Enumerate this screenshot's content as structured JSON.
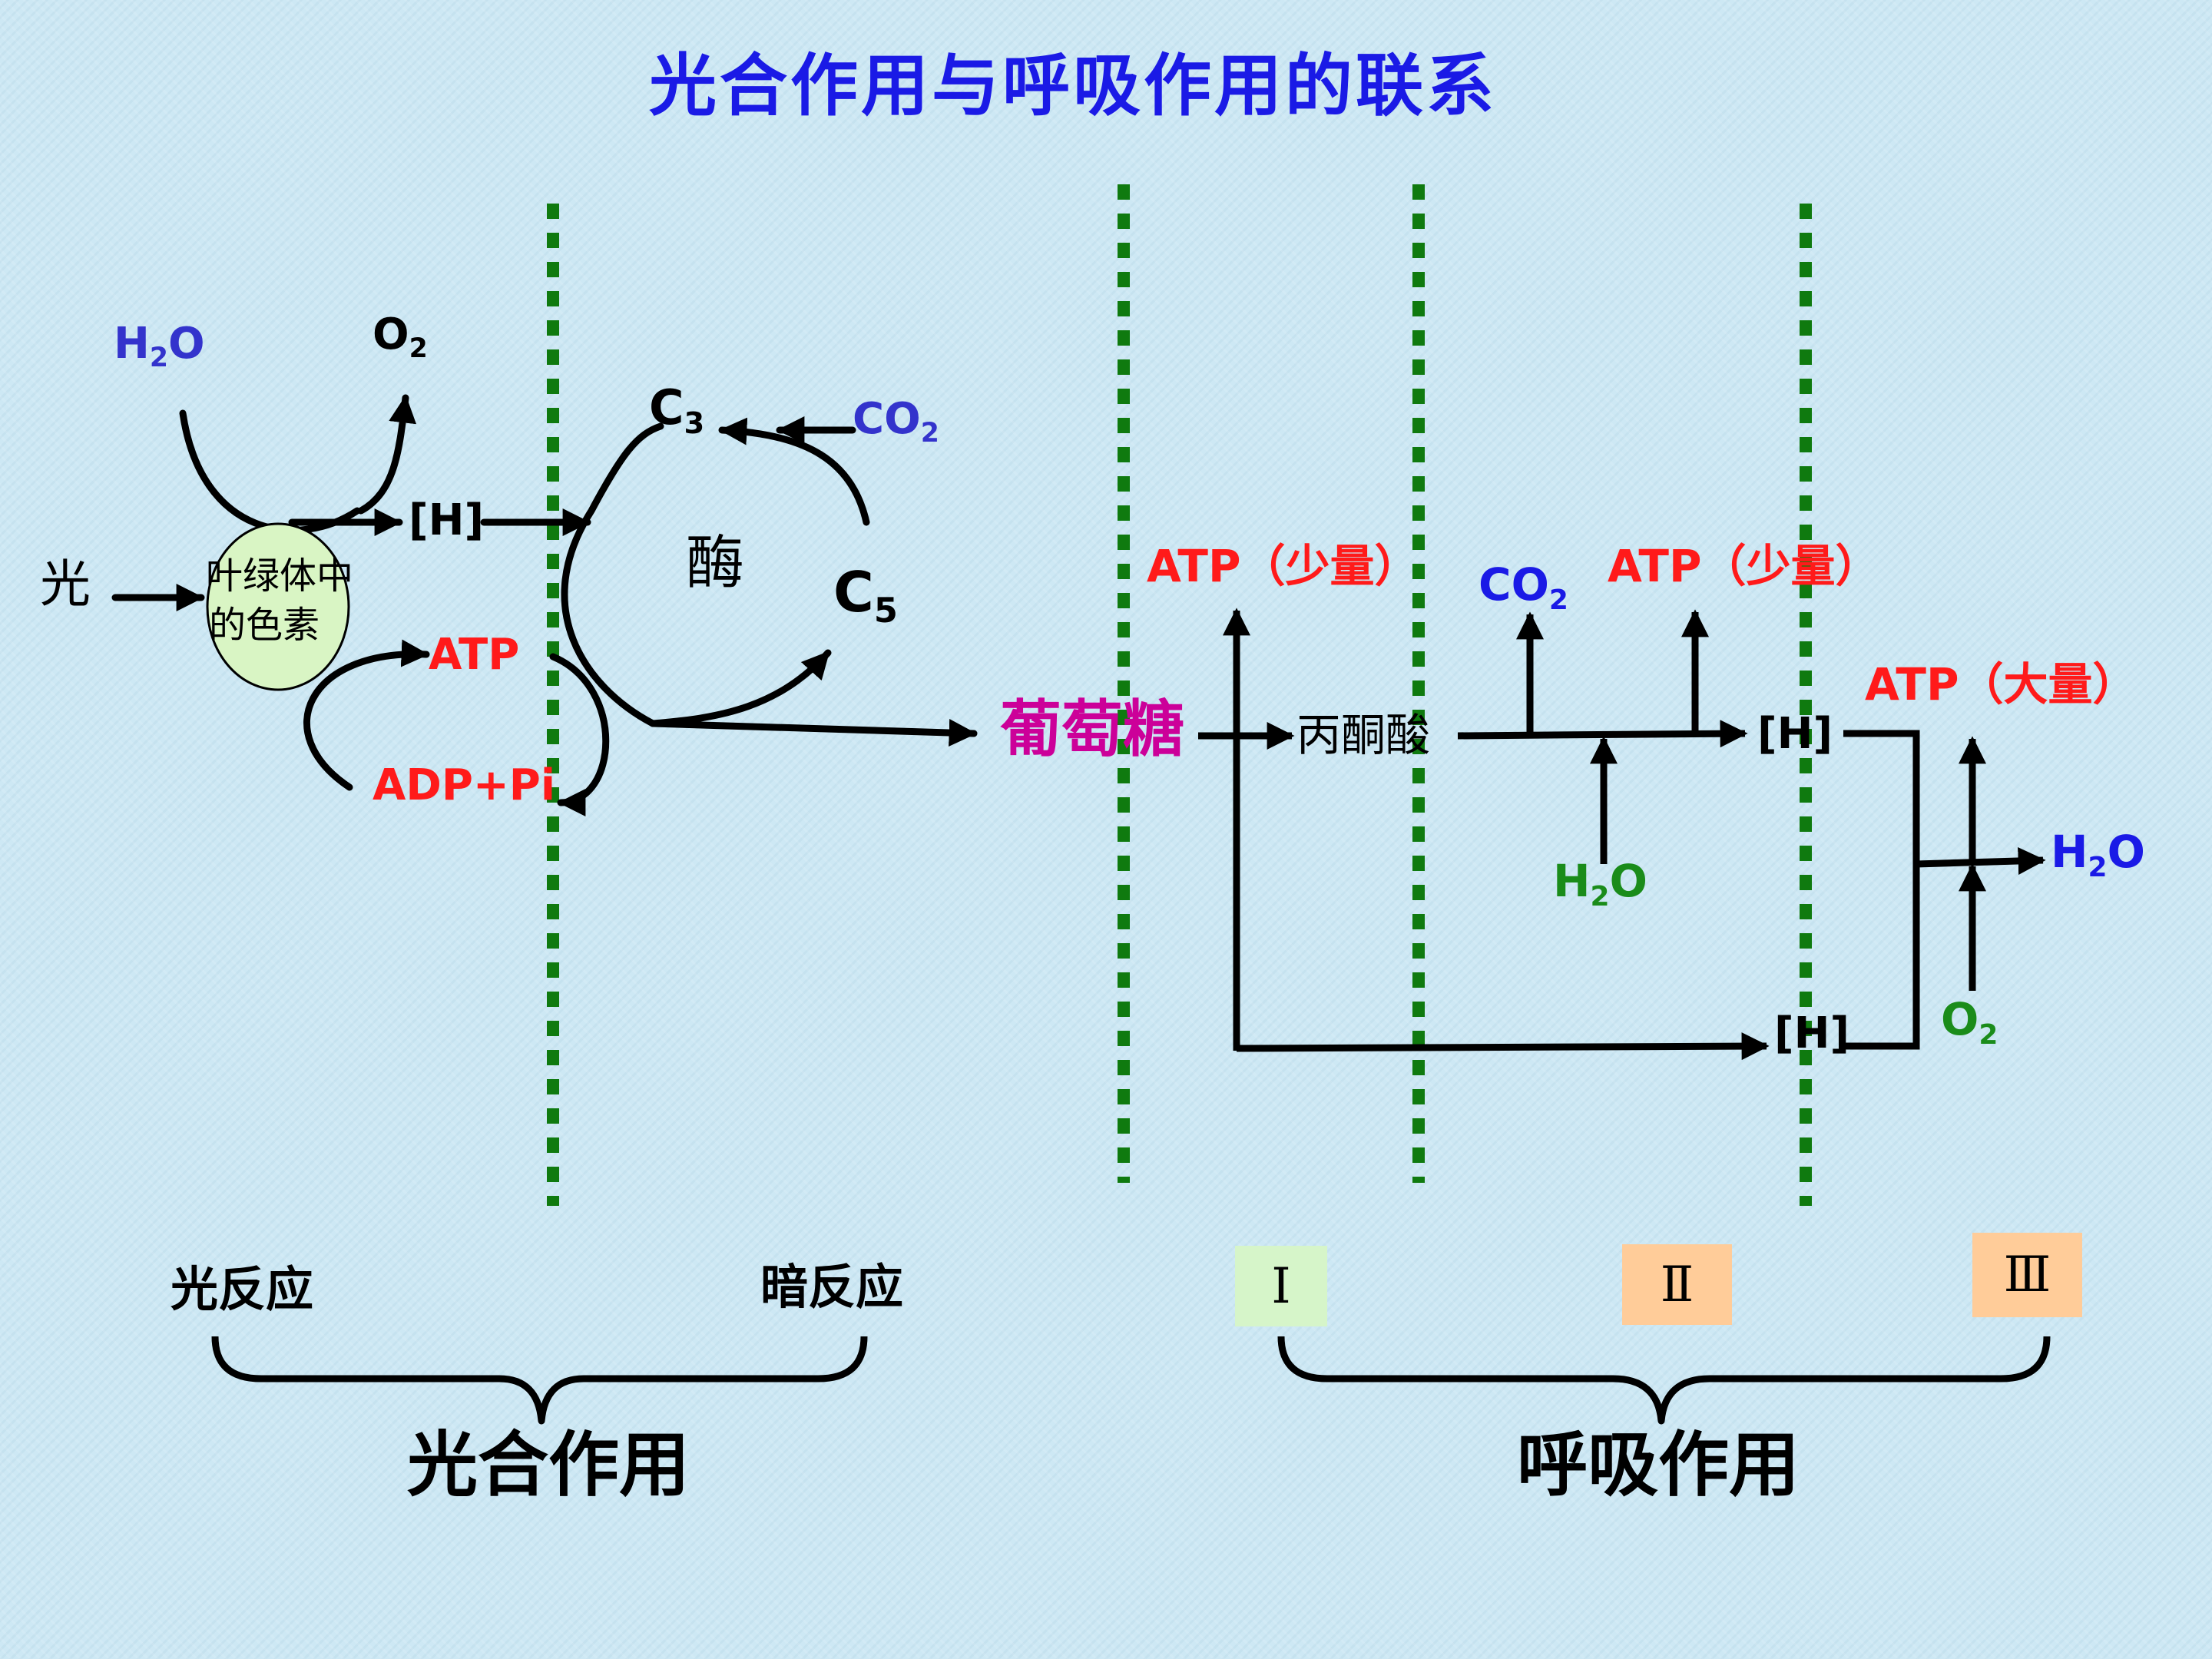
{
  "title": "光合作用与呼吸作用的联系",
  "colors": {
    "title": "#1a1ae6",
    "blue_label": "#3333cc",
    "red_label": "#ff1a1a",
    "green_label": "#1a8c1a",
    "glucose": "#cc0099",
    "divider": "#0f7a0f",
    "pigment_circle": "#d9f5c4",
    "box_1": "#d6f5c9",
    "box_2_3": "#ffcc99"
  },
  "photosynthesis": {
    "light": "光",
    "pigment_line1": "叶绿体中",
    "pigment_line2": "的色素",
    "water": {
      "base": "H",
      "sub": "2",
      "tail": "O"
    },
    "oxygen": {
      "base": "O",
      "sub": "2"
    },
    "hydrogen": "[H]",
    "atp": "ATP",
    "adp": "ADP+Pi",
    "c3": {
      "base": "C",
      "sub": "3"
    },
    "co2": {
      "base": "CO",
      "sub": "2"
    },
    "c5": {
      "base": "C",
      "sub": "5"
    },
    "enzyme": "酶"
  },
  "respiration": {
    "glucose": "葡萄糖",
    "pyruvate": "丙酮酸",
    "atp_small_1": "ATP（少量）",
    "atp_small_2": "ATP（少量）",
    "atp_large": "ATP（大量）",
    "co2": {
      "base": "CO",
      "sub": "2"
    },
    "water_in": {
      "base": "H",
      "sub": "2",
      "tail": "O"
    },
    "water_out": {
      "base": "H",
      "sub": "2",
      "tail": "O"
    },
    "oxygen": {
      "base": "O",
      "sub": "2"
    },
    "hydrogen_1": "[H]",
    "hydrogen_2": "[H]"
  },
  "bottom": {
    "light_reaction": "光反应",
    "dark_reaction": "暗反应",
    "photosynthesis_label": "光合作用",
    "respiration_label": "呼吸作用",
    "stage_1": "Ⅰ",
    "stage_2": "Ⅱ",
    "stage_3": "Ⅲ"
  }
}
